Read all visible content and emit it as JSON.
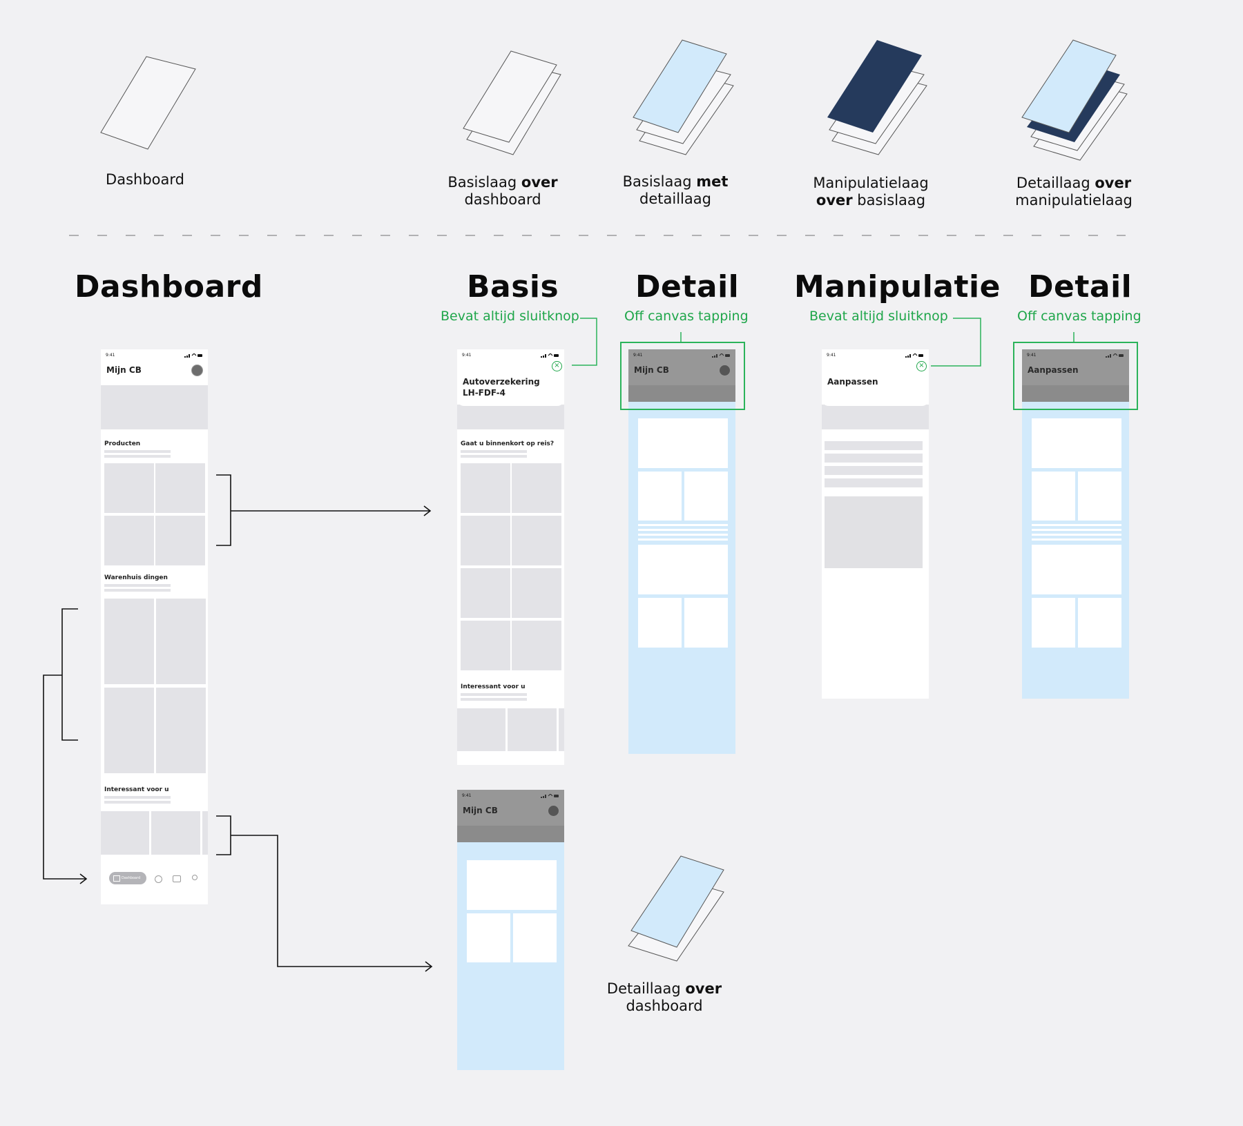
{
  "layers": {
    "dashboard": "Dashboard",
    "basis_over_a": "Basislaag ",
    "basis_over_b": "over",
    "basis_over_c": "dashboard",
    "basis_met_a": "Basislaag ",
    "basis_met_b": "met",
    "basis_met_c": "detaillaag",
    "manip_a": "Manipulatielaag",
    "manip_b": "over",
    "manip_c": " basislaag",
    "detail_manip_a": "Detaillaag ",
    "detail_manip_b": "over",
    "detail_manip_c": "manipulatielaag",
    "detail_dash_a": "Detaillaag ",
    "detail_dash_b": "over",
    "detail_dash_c": "dashboard"
  },
  "headings": {
    "dashboard": "Dashboard",
    "basis": "Basis",
    "detail1": "Detail",
    "manipulatie": "Manipulatie",
    "detail2": "Detail"
  },
  "notes": {
    "basis": "Bevat altijd sluitknop",
    "detail1": "Off canvas tapping",
    "manipulatie": "Bevat altijd sluitknop",
    "detail2": "Off canvas tapping"
  },
  "screens": {
    "time": "9:41",
    "dashboard": {
      "title": "Mijn CB",
      "section1": "Producten",
      "section2": "Warenhuis dingen",
      "section3": "Interessant voor u",
      "tab_label": "Dashboard"
    },
    "basis": {
      "title_line1": "Autoverzekering",
      "title_line2": "LH-FDF-4",
      "section1": "Gaat u binnenkort op reis?",
      "section2": "Interessant voor u",
      "close": "×"
    },
    "detail1": {
      "title": "Mijn CB"
    },
    "manipulatie": {
      "title": "Aanpassen",
      "close": "×"
    },
    "detail2": {
      "title": "Aanpassen"
    },
    "detail_dash": {
      "title": "Mijn CB"
    }
  },
  "colors": {
    "navy": "#253a5c",
    "light_blue": "#d2eafb",
    "green": "#1fa64a",
    "background": "#f1f1f3"
  }
}
